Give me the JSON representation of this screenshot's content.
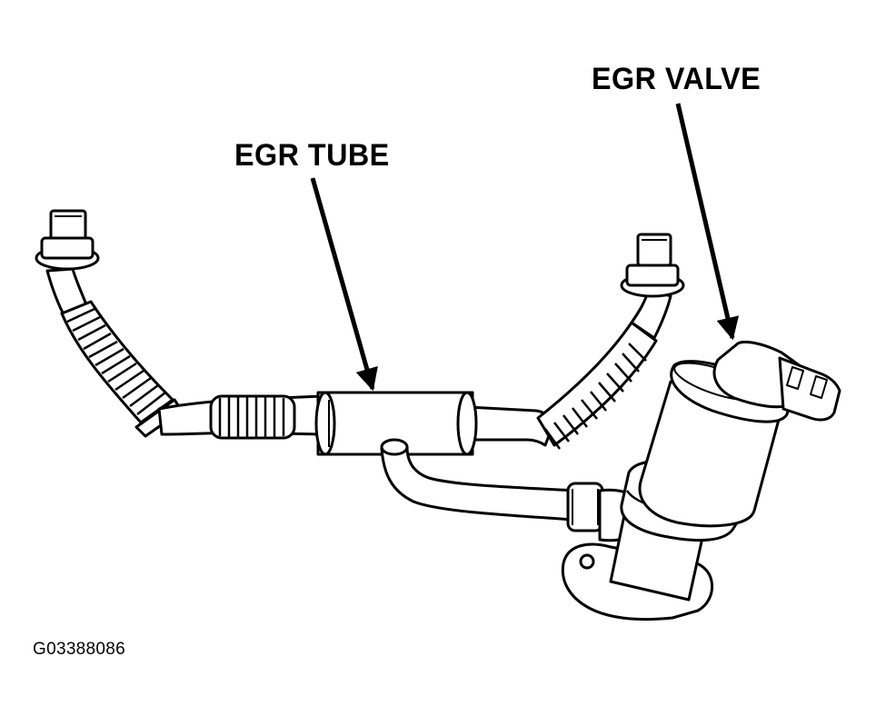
{
  "labels": {
    "egr_valve": "EGR VALVE",
    "egr_tube": "EGR TUBE",
    "figure_code": "G03388086"
  }
}
